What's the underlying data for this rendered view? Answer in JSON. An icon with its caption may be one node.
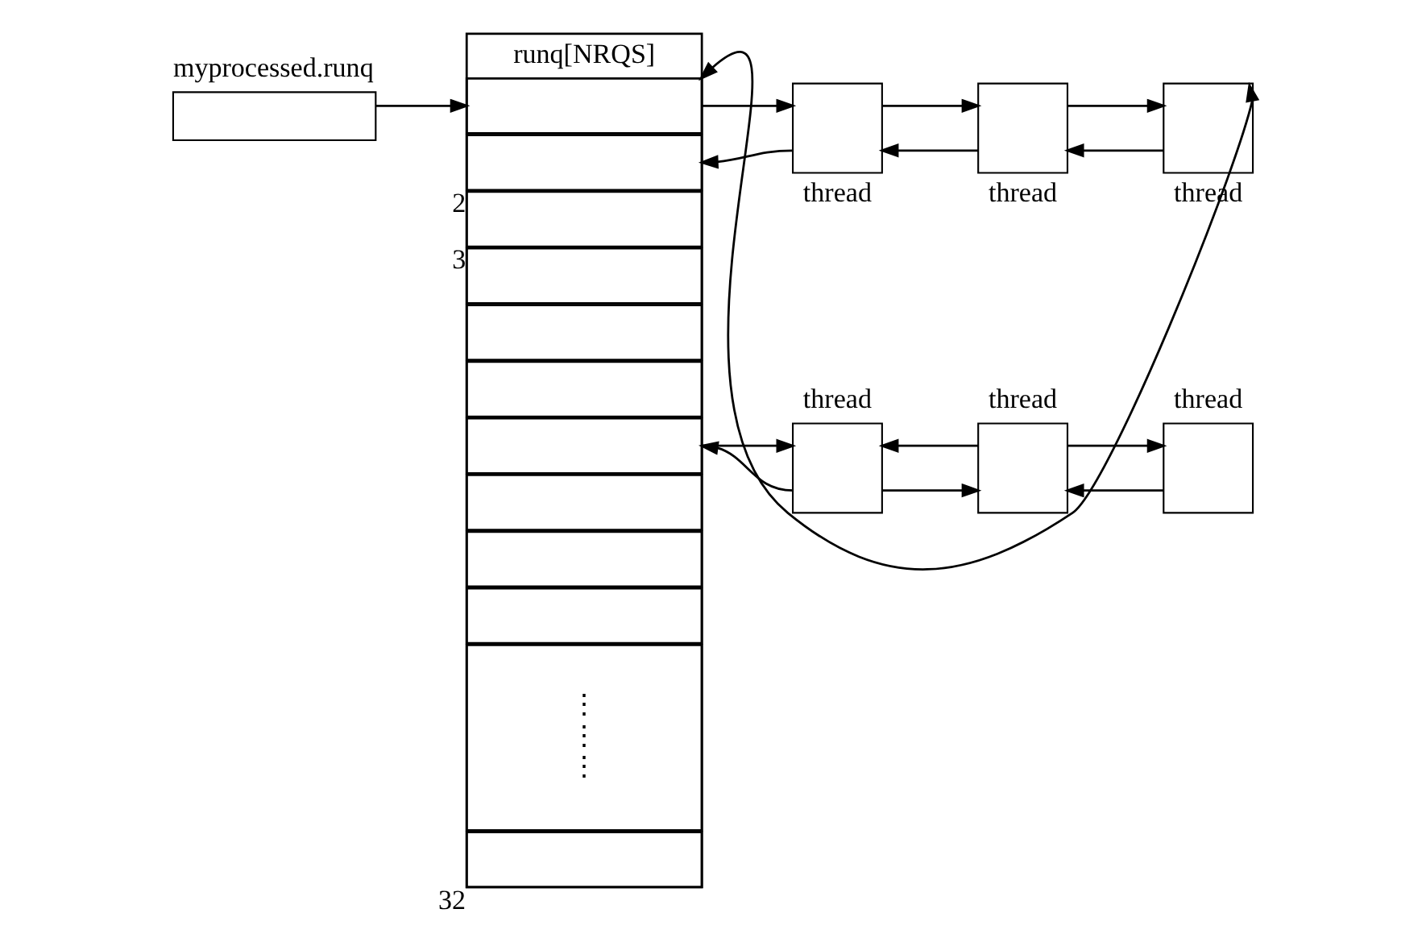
{
  "diagram": {
    "nodes": [
      {
        "text": [
          "myprocessed.runq"
        ]
      },
      {
        "text": [
          "runq[NRQS]"
        ]
      },
      {
        "text": [],
        "shape": "box",
        "in": 1
      },
      {
        "text": [],
        "shape": "box",
        "in": 1,
        "beside": [
          "2"
        ]
      },
      {
        "text": [],
        "shape": "box",
        "in": 1,
        "beside": [
          "3"
        ]
      },
      {
        "text": [],
        "shape": "box",
        "in": 1
      },
      {
        "text": [],
        "shape": "box",
        "in": 1
      },
      {
        "text": [],
        "shape": "box",
        "in": 1
      },
      {
        "text": [],
        "shape": "box",
        "in": 1
      },
      {
        "text": [],
        "shape": "box",
        "in": 1
      },
      {
        "text": [],
        "shape": "box",
        "in": 1
      },
      {
        "text": [],
        "shape": "box",
        "in": 1
      },
      {
        "text": [
          "⋮",
          "⋮",
          "⋮"
        ],
        "in": 1
      },
      {
        "text": [],
        "shape": "box",
        "in": 1,
        "beside": [
          "32"
        ]
      },
      {
        "text": [],
        "shape": "box",
        "beside": [
          "thread"
        ]
      },
      {
        "text": [],
        "shape": "box",
        "beside": [
          "thread"
        ]
      },
      {
        "text": [],
        "shape": "box",
        "beside": [
          "thread"
        ]
      },
      {
        "text": [],
        "shape": "box",
        "beside": [
          "thread"
        ]
      },
      {
        "text": [],
        "shape": "box",
        "beside": [
          "thread"
        ]
      },
      {
        "text": [],
        "shape": "box",
        "beside": [
          "thread"
        ]
      }
    ],
    "edges": [
      {
        "from": 0,
        "to": 2,
        "arrow": "to"
      },
      {
        "from": 2,
        "to": 14,
        "arrow": "to"
      },
      {
        "from": 14,
        "to": 3,
        "arrow": "to"
      },
      {
        "from": 14,
        "to": 15,
        "arrow": "to"
      },
      {
        "from": 15,
        "to": 14,
        "arrow": "to"
      },
      {
        "from": 15,
        "to": 16,
        "arrow": "to"
      },
      {
        "from": 16,
        "to": 15,
        "arrow": "to"
      },
      {
        "from": 16,
        "to": 2,
        "arrow": "both"
      },
      {
        "from": 8,
        "to": 17,
        "arrow": "to"
      },
      {
        "from": 17,
        "to": 8,
        "arrow": "to"
      },
      {
        "from": 18,
        "to": 17,
        "arrow": "to"
      },
      {
        "from": 17,
        "to": 18,
        "arrow": "to"
      },
      {
        "from": 18,
        "to": 19,
        "arrow": "to"
      },
      {
        "from": 19,
        "to": 18,
        "arrow": "to"
      }
    ]
  }
}
